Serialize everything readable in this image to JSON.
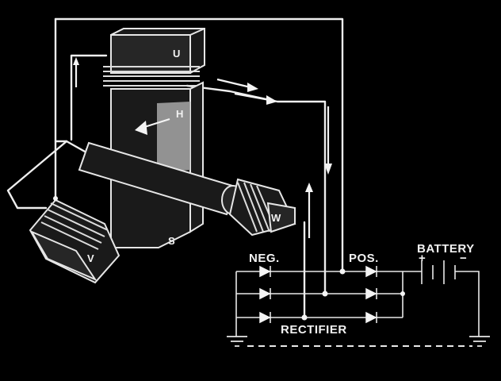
{
  "labels": {
    "pole_u": "U",
    "pole_v": "V",
    "pole_w": "W",
    "pole_s": "S",
    "field_h": "H",
    "neg": "NEG.",
    "pos": "POS.",
    "battery": "BATTERY",
    "battery_plus": "+",
    "battery_minus": "−",
    "rectifier": "RECTIFIER"
  },
  "colors": {
    "background": "#000000",
    "line": "#eeeeee",
    "field_band": "#a8a8a8"
  }
}
